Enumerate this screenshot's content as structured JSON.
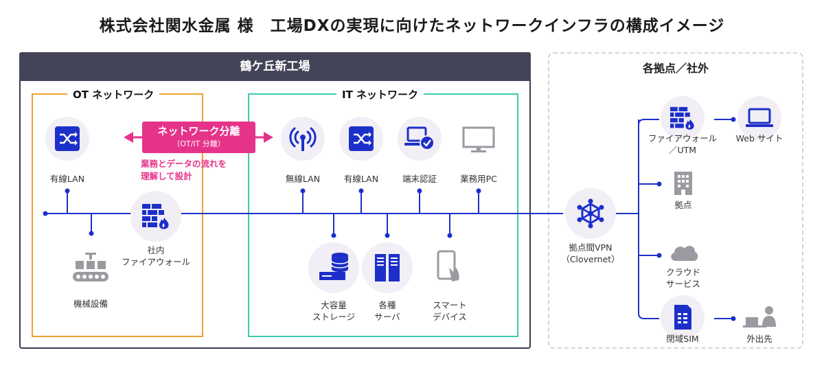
{
  "title": "株式会社関水金属 様　工場DXの実現に向けたネットワークインフラの構成イメージ",
  "plant": {
    "title": "鶴ケ丘新工場",
    "ot": {
      "title": "OT ネットワーク",
      "wired_lan": "有線LAN",
      "machinery": "機械設備",
      "firewall_line1": "社内",
      "firewall_line2": "ファイアウォール"
    },
    "separation": {
      "title": "ネットワーク分離",
      "subtitle": "（OT/IT 分離）",
      "note_line1": "業務とデータの流れを",
      "note_line2": "理解して設計"
    },
    "it": {
      "title": "IT ネットワーク",
      "wireless_lan": "無線LAN",
      "wired_lan": "有線LAN",
      "device_auth": "端末認証",
      "business_pc": "業務用PC",
      "storage_line1": "大容量",
      "storage_line2": "ストレージ",
      "servers_line1": "各種",
      "servers_line2": "サーバ",
      "smart_line1": "スマート",
      "smart_line2": "デバイス"
    }
  },
  "external": {
    "title": "各拠点／社外",
    "vpn_line1": "拠点間VPN",
    "vpn_line2": "（Clovernet）",
    "fw_line1": "ファイアウォール",
    "fw_line2": "／UTM",
    "website": "Web サイト",
    "site": "拠点",
    "cloud_line1": "クラウド",
    "cloud_line2": "サービス",
    "sim": "閉域SIM",
    "outside": "外出先"
  },
  "colors": {
    "line_blue": "#1d2fc9",
    "ot_orange": "#f0a030",
    "it_teal": "#3ec9b0",
    "accent_pink": "#e6338a",
    "header_dark": "#444458",
    "icon_gray": "#9a9aa0"
  }
}
